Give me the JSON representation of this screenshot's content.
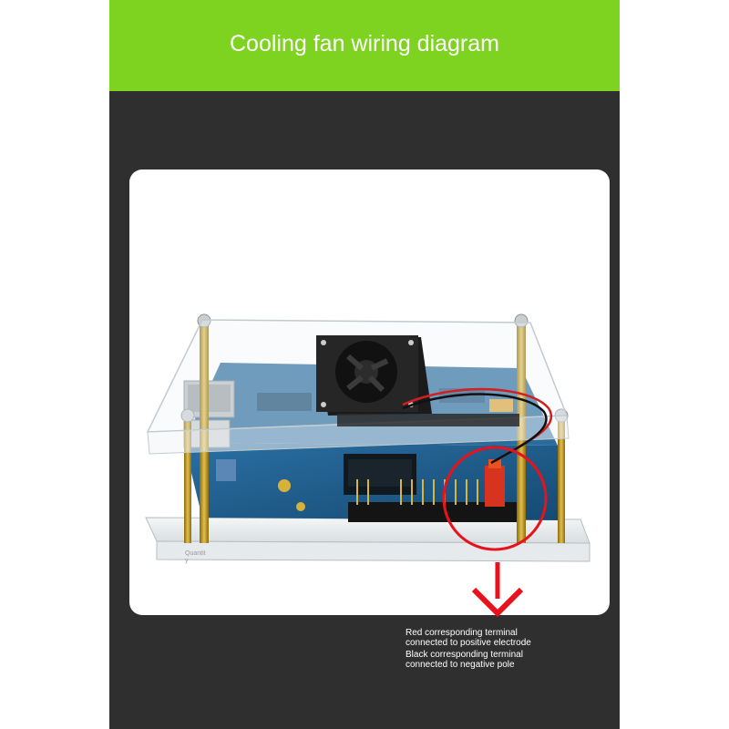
{
  "header": {
    "title": "Cooling fan wiring diagram",
    "color": "#7ed321"
  },
  "photo": {
    "subject": "acrylic case with cooling fan mounted over a blue single-board computer; red and black fan wires plugged into the GPIO header",
    "watermark": "Quantit\ny"
  },
  "callout": {
    "circle_color": "#e8121c",
    "arrow_color": "#e8121c",
    "red_line_1": "Red corresponding terminal",
    "red_line_2": "connected to positive electrode",
    "black_line_1": "Black corresponding terminal",
    "black_line_2": "connected to negative pole"
  },
  "colors": {
    "page_background": "#ffffff",
    "panel_background": "#2f2f2f",
    "board": "#1f5c8c",
    "text_light": "#ffffff"
  }
}
